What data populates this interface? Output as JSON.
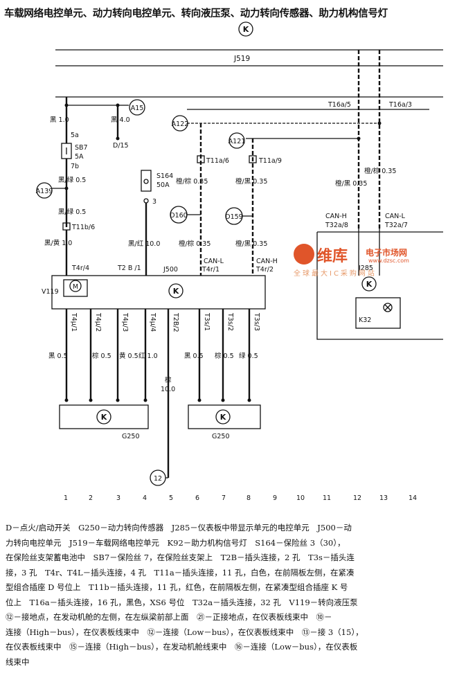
{
  "title": "车载网络电控单元、动力转向电控单元、转向液压泵、动力转向传感器、助力机构信号灯",
  "top_k": "K",
  "j519": "J519",
  "wires": {
    "w1": "黑 1.0",
    "w5a": "5a",
    "sb7": "SB7",
    "sb7_rating": "5A",
    "w7b": "7b",
    "a15": "A15",
    "w_black4": "黑 4.0",
    "d15": "D/15",
    "a139": "A139",
    "w_bg05a": "黑/绿 0.5",
    "w_bg05b": "黑/绿 0.5",
    "t11b6": "T11b/6",
    "w_by10": "黑/黄 1.0",
    "s164": "S164",
    "s164_rating": "50A",
    "s164_pin": "3",
    "w_br10": "黑/红 10.0",
    "a122": "A122",
    "a121": "A121",
    "t11a6": "T11a/6",
    "t11a9": "T11a/9",
    "w_ob035_a": "橙/棕 0.35",
    "w_obk035_a": "橙/黑 0.35",
    "d160": "D160",
    "d159": "D159",
    "w_ob035_b": "橙/棕 0.35",
    "w_obk035_b": "橙/黑 0.35",
    "t16a5": "T16a/5",
    "t16a3": "T16a/3",
    "w_ob035_c": "橙/棕 0.35",
    "w_obk035_c": "橙/黑 0.35",
    "canh_right": "CAN-H",
    "t32a8": "T32a/8",
    "canl_right": "CAN-L",
    "t32a7": "T32a/7"
  },
  "j500_box": {
    "t4r4": "T4r/4",
    "t2b1": "T2 B /1",
    "j500": "J500",
    "canl": "CAN-L",
    "t4r1": "T4r/1",
    "canh": "CAN-H",
    "t4r2": "T4r/2",
    "v119": "V119",
    "motor": "M",
    "k": "K"
  },
  "j285_box": {
    "j285": "J285",
    "k": "K",
    "k32": "K32"
  },
  "bottom_pins": [
    "T4μ/1",
    "T4μ/2",
    "T4μ/3",
    "T4μ/4",
    "T2B/2",
    "T3s/1",
    "T3s/2",
    "T3s/3"
  ],
  "bottom_wires": [
    "黑 0.5",
    "棕 0.5",
    "黄 0.5",
    "红 1.0",
    "黑 0.5",
    "棕 0.5",
    "绿 0.5"
  ],
  "brown_wire": {
    "color": "棕",
    "size": "10.0"
  },
  "g250_left": {
    "k": "K",
    "label": "G250"
  },
  "g250_right": {
    "k": "K",
    "label": "G250"
  },
  "ground": "12",
  "columns": [
    "1",
    "2",
    "3",
    "4",
    "5",
    "6",
    "7",
    "8",
    "9",
    "10",
    "11",
    "12",
    "13",
    "14"
  ],
  "watermark": {
    "title": "维库",
    "sub": "电子市场网",
    "url": "www.dzsc.com",
    "slogan": "全球最大IC采购网站"
  },
  "legend": [
    "D－点火/启动开关　G250－动力转向传感器　J285－仪表板中带显示单元的电控单元　J500－动",
    "力转向电控单元　J519－车载网络电控单元　K92－助力机构信号灯　S164－保险丝 3（30），",
    "在保险丝支架蓄电池中　SB7－保险丝 7，在保险丝支架上　T2B－插头连接，2 孔　T3s－插头连",
    "接，3 孔　T4r、T4L－插头连接，4 孔　T11a－插头连接，11 孔，白色，在前隔板左侧，在紧凑",
    "型组合插座 D 号位上　T11b－插头连接，11 孔，红色，在前隔板左侧，在紧凑型组合插座 K 号",
    "位上　T16a－插头连接，16 孔，黑色，XS6 号位　T32a－插头连接，32 孔　V119－转向液压泵",
    "⑫－接地点，在发动机舱的左侧，在左纵梁前部上面　㉑－正接地点，在仪表板线束中　⑩－",
    "连接（High－bus），在仪表板线束中　⑫－连接（Low－bus），在仪表板线束中　⑬－接 3（15），",
    "在仪表板线束中　⑮－连接（High－bus），在发动机舱线束中　⑯－连接（Low－bus），在仪表板",
    "线束中"
  ]
}
